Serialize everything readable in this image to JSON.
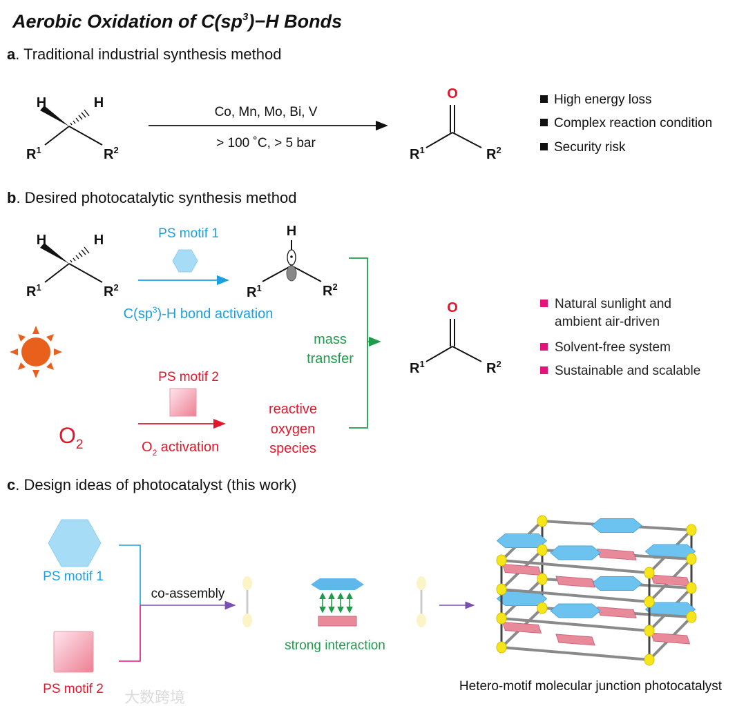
{
  "title": {
    "pre": "Aerobic Oxidation of C(sp",
    "sup": "3",
    "post": ")−H Bonds"
  },
  "section_a": {
    "letter": "a",
    "heading": ". Traditional industrial synthesis method",
    "catalysts": "Co,  Mn,  Mo,  Bi,   V",
    "conditions": "> 100 ˚C,  > 5 bar",
    "bullets": [
      "High energy loss",
      "Complex reaction condition",
      "Security risk"
    ]
  },
  "section_b": {
    "letter": "b",
    "heading": ". Desired photocatalytic synthesis method",
    "motif1": "PS motif 1",
    "activation1": {
      "pre": "C(sp",
      "sup": "3",
      "post": ")-H bond activation"
    },
    "motif2": "PS motif 2",
    "o2": {
      "base": "O",
      "sub": "2"
    },
    "activation2": {
      "base": "O",
      "sub": "2",
      "post": " activation"
    },
    "ros": [
      "reactive",
      "oxygen",
      "species"
    ],
    "mass_transfer": [
      "mass",
      "transfer"
    ],
    "bullets": [
      "Natural sunlight and",
      "ambient air-driven",
      "Solvent-free system",
      "Sustainable and scalable"
    ]
  },
  "section_c": {
    "letter": "c",
    "heading": ". Design ideas of photocatalyst (this work)",
    "motif1": "PS motif 1",
    "motif2": "PS motif 2",
    "co_assembly": "co-assembly",
    "strong_interaction": "strong interaction",
    "caption": "Hetero-motif molecular junction photocatalyst"
  },
  "atoms": {
    "H": "H",
    "O": "O",
    "R": "R",
    "one": "1",
    "two": "2"
  },
  "watermark": "大数跨境",
  "colors": {
    "blue_text": "#1a9fe0",
    "red_text": "#e2152b",
    "green": "#1e9c4c",
    "pink_bullet": "#e3137a",
    "purple_arrow": "#7a4fb2",
    "sun": "#e8601c",
    "hex_fill": "#6cc3ef",
    "rect_fill": "#e98a9a",
    "node": "#f5e51a"
  }
}
